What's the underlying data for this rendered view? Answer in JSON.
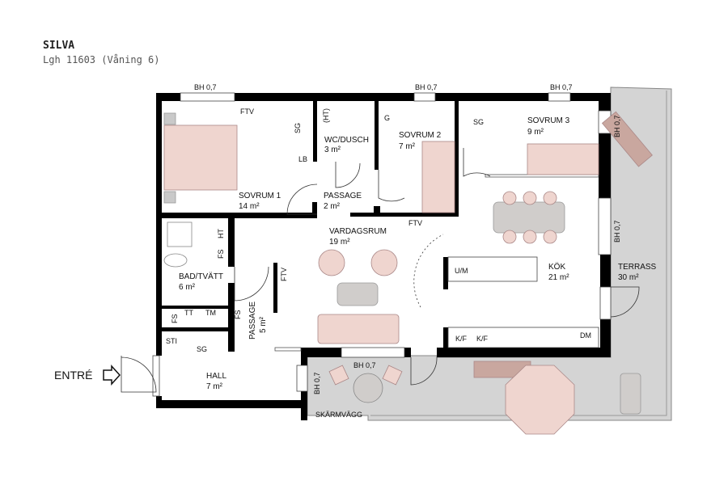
{
  "header": {
    "title": "SILVA",
    "subtitle": "Lgh 11603 (Våning 6)"
  },
  "colors": {
    "wall": "#000000",
    "terrace": "#d4d4d4",
    "furniture_pink": "#efd5cf",
    "furniture_gray": "#d0cdcb",
    "deck_brown": "#c9a79f"
  },
  "rooms": [
    {
      "name": "SOVRUM 1",
      "area": "14 m²"
    },
    {
      "name": "WC/DUSCH",
      "area": "3 m²"
    },
    {
      "name": "PASSAGE",
      "area": "2 m²"
    },
    {
      "name": "SOVRUM 2",
      "area": "7 m²"
    },
    {
      "name": "SOVRUM 3",
      "area": "9 m²"
    },
    {
      "name": "VARDAGSRUM",
      "area": "19 m²"
    },
    {
      "name": "KÖK",
      "area": "21 m²"
    },
    {
      "name": "TERRASS",
      "area": "30 m²"
    },
    {
      "name": "BAD/TVÄTT",
      "area": "6 m²"
    },
    {
      "name": "PASSAGE",
      "area": "5 m²"
    },
    {
      "name": "HALL",
      "area": "7 m²"
    }
  ],
  "fixtures": {
    "ftv": "FTV",
    "sg": "SG",
    "lb": "LB",
    "ht": "HT",
    "ht_paren": "(HT)",
    "g": "G",
    "fs": "FS",
    "tt": "TT",
    "tm": "TM",
    "sti": "STI",
    "um": "U/M",
    "kf": "K/F",
    "dm": "DM"
  },
  "windows": {
    "bh": "BH 0,7"
  },
  "labels": {
    "entrance": "ENTRÉ",
    "screen_wall": "SKÄRMVÄGG"
  }
}
